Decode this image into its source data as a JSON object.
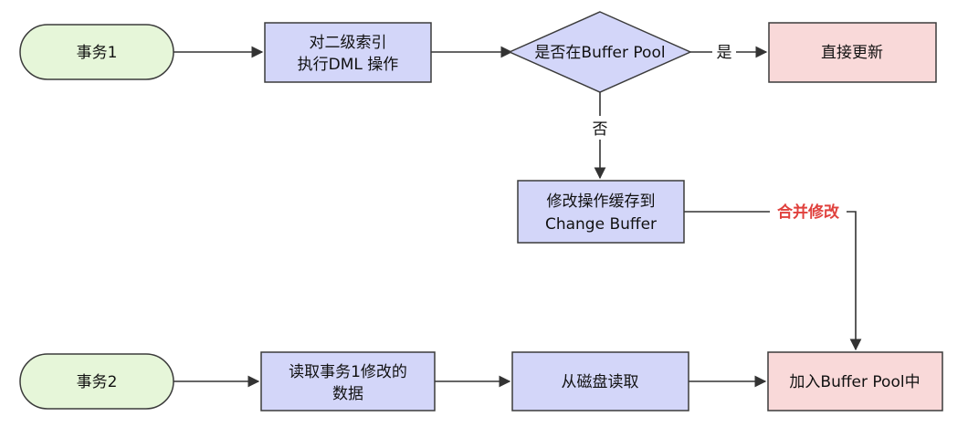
{
  "colors": {
    "terminal_fill": "#e6f6d9",
    "process_fill": "#d3d6f9",
    "end_fill": "#f9d9d9",
    "stroke": "#3b3b3b",
    "merge_label": "#e0413d"
  },
  "nodes": {
    "tx1": "事务1",
    "secondary_index_op": [
      "对二级索引",
      "执行DML 操作"
    ],
    "in_buffer_pool": "是否在Buffer Pool",
    "update_direct": "直接更新",
    "cache_change": [
      "修改操作缓存到",
      "Change Buffer"
    ],
    "tx2": "事务2",
    "read_modified": [
      "读取事务1修改的",
      "数据"
    ],
    "read_disk": "从磁盘读取",
    "add_to_pool": "加入Buffer Pool中"
  },
  "edge_labels": {
    "yes": "是",
    "no": "否",
    "merge": "合并修改"
  }
}
